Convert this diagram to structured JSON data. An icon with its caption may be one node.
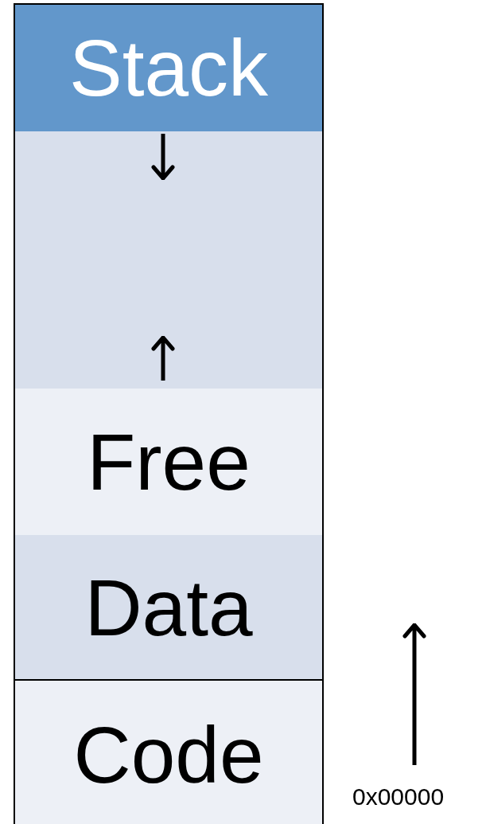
{
  "diagram": {
    "nodes": [
      {
        "text": [
          "Stack"
        ]
      },
      {
        "text": [],
        "shape": "box"
      },
      {
        "text": [
          "Free"
        ]
      },
      {
        "text": [
          "Data"
        ]
      },
      {
        "text": [
          "Code"
        ]
      }
    ],
    "labels": [
      "0x00000"
    ]
  }
}
